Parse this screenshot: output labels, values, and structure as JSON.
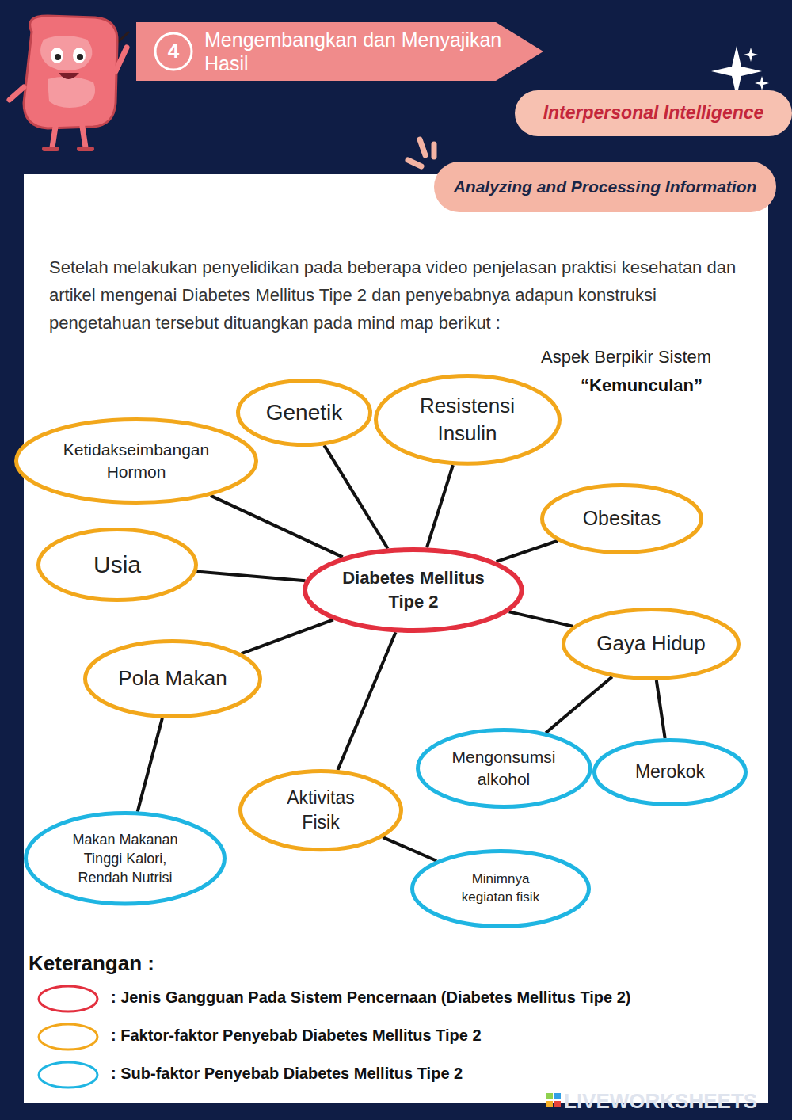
{
  "diagram": {
    "nodes": [
      {
        "text": [
          "Mengembangkan dan Menyajikan Hasil"
        ]
      },
      {
        "text": [
          "4"
        ],
        "in": 0
      },
      {
        "text": [
          "Interpersonal Intelligence"
        ]
      },
      {
        "text": [
          "Analyzing and Processing Information"
        ]
      },
      {
        "text": [
          "Genetik"
        ]
      },
      {
        "text": [
          "Resistensi Insulin"
        ]
      },
      {
        "text": [
          "Ketidakseimbangan Hormon"
        ]
      },
      {
        "text": [
          "Obesitas"
        ]
      },
      {
        "text": [
          "Usia"
        ]
      },
      {
        "text": [
          "Diabetes Mellitus Tipe 2"
        ]
      },
      {
        "text": [
          "Gaya Hidup"
        ]
      },
      {
        "text": [
          "Pola Makan"
        ]
      },
      {
        "text": [
          "Mengonsumsi alkohol"
        ]
      },
      {
        "text": [
          "Merokok"
        ]
      },
      {
        "text": [
          "Aktivitas Fisik"
        ]
      },
      {
        "text": [
          "Makan Makanan Tinggi Kalori, Rendah Nutrisi"
        ]
      },
      {
        "text": [
          "Minimnya kegiatan fisik"
        ]
      }
    ],
    "edges": [
      {
        "from": 9,
        "to": 6,
        "arrow": "none"
      },
      {
        "from": 9,
        "to": 4,
        "arrow": "none"
      },
      {
        "from": 9,
        "to": 5,
        "arrow": "none"
      },
      {
        "from": 9,
        "to": 7,
        "arrow": "none"
      },
      {
        "from": 9,
        "to": 8,
        "arrow": "none"
      },
      {
        "from": 9,
        "to": 10,
        "arrow": "none"
      },
      {
        "from": 9,
        "to": 11,
        "arrow": "none"
      },
      {
        "from": 9,
        "to": 14,
        "arrow": "none"
      },
      {
        "from": 10,
        "to": 12,
        "arrow": "none"
      },
      {
        "from": 10,
        "to": 13,
        "arrow": "none"
      },
      {
        "from": 11,
        "to": 15,
        "arrow": "none"
      },
      {
        "from": 14,
        "to": 16,
        "arrow": "none"
      }
    ],
    "labels": [
      "Setelah melakukan penyelidikan pada beberapa video penjelasan praktisi kesehatan dan artikel mengenai Diabetes Mellitus Tipe 2 dan penyebabnya adapun konstruksi pengetahuan tersebut dituangkan pada mind map berikut :",
      "Aspek Berpikir Sistem",
      "“Kemunculan”",
      "Keterangan :",
      "LIVEWORKSHEETS"
    ],
    "legend": [
      {
        "text": ": Jenis Gangguan Pada Sistem Pencernaan (Diabetes Mellitus Tipe 2)",
        "color": "#e3303f"
      },
      {
        "text": ": Faktor-faktor Penyebab Diabetes Mellitus Tipe 2",
        "color": "#f2a71b"
      },
      {
        "text": ": Sub-faktor Penyebab Diabetes Mellitus Tipe 2",
        "color": "#1fb5e2"
      }
    ]
  }
}
